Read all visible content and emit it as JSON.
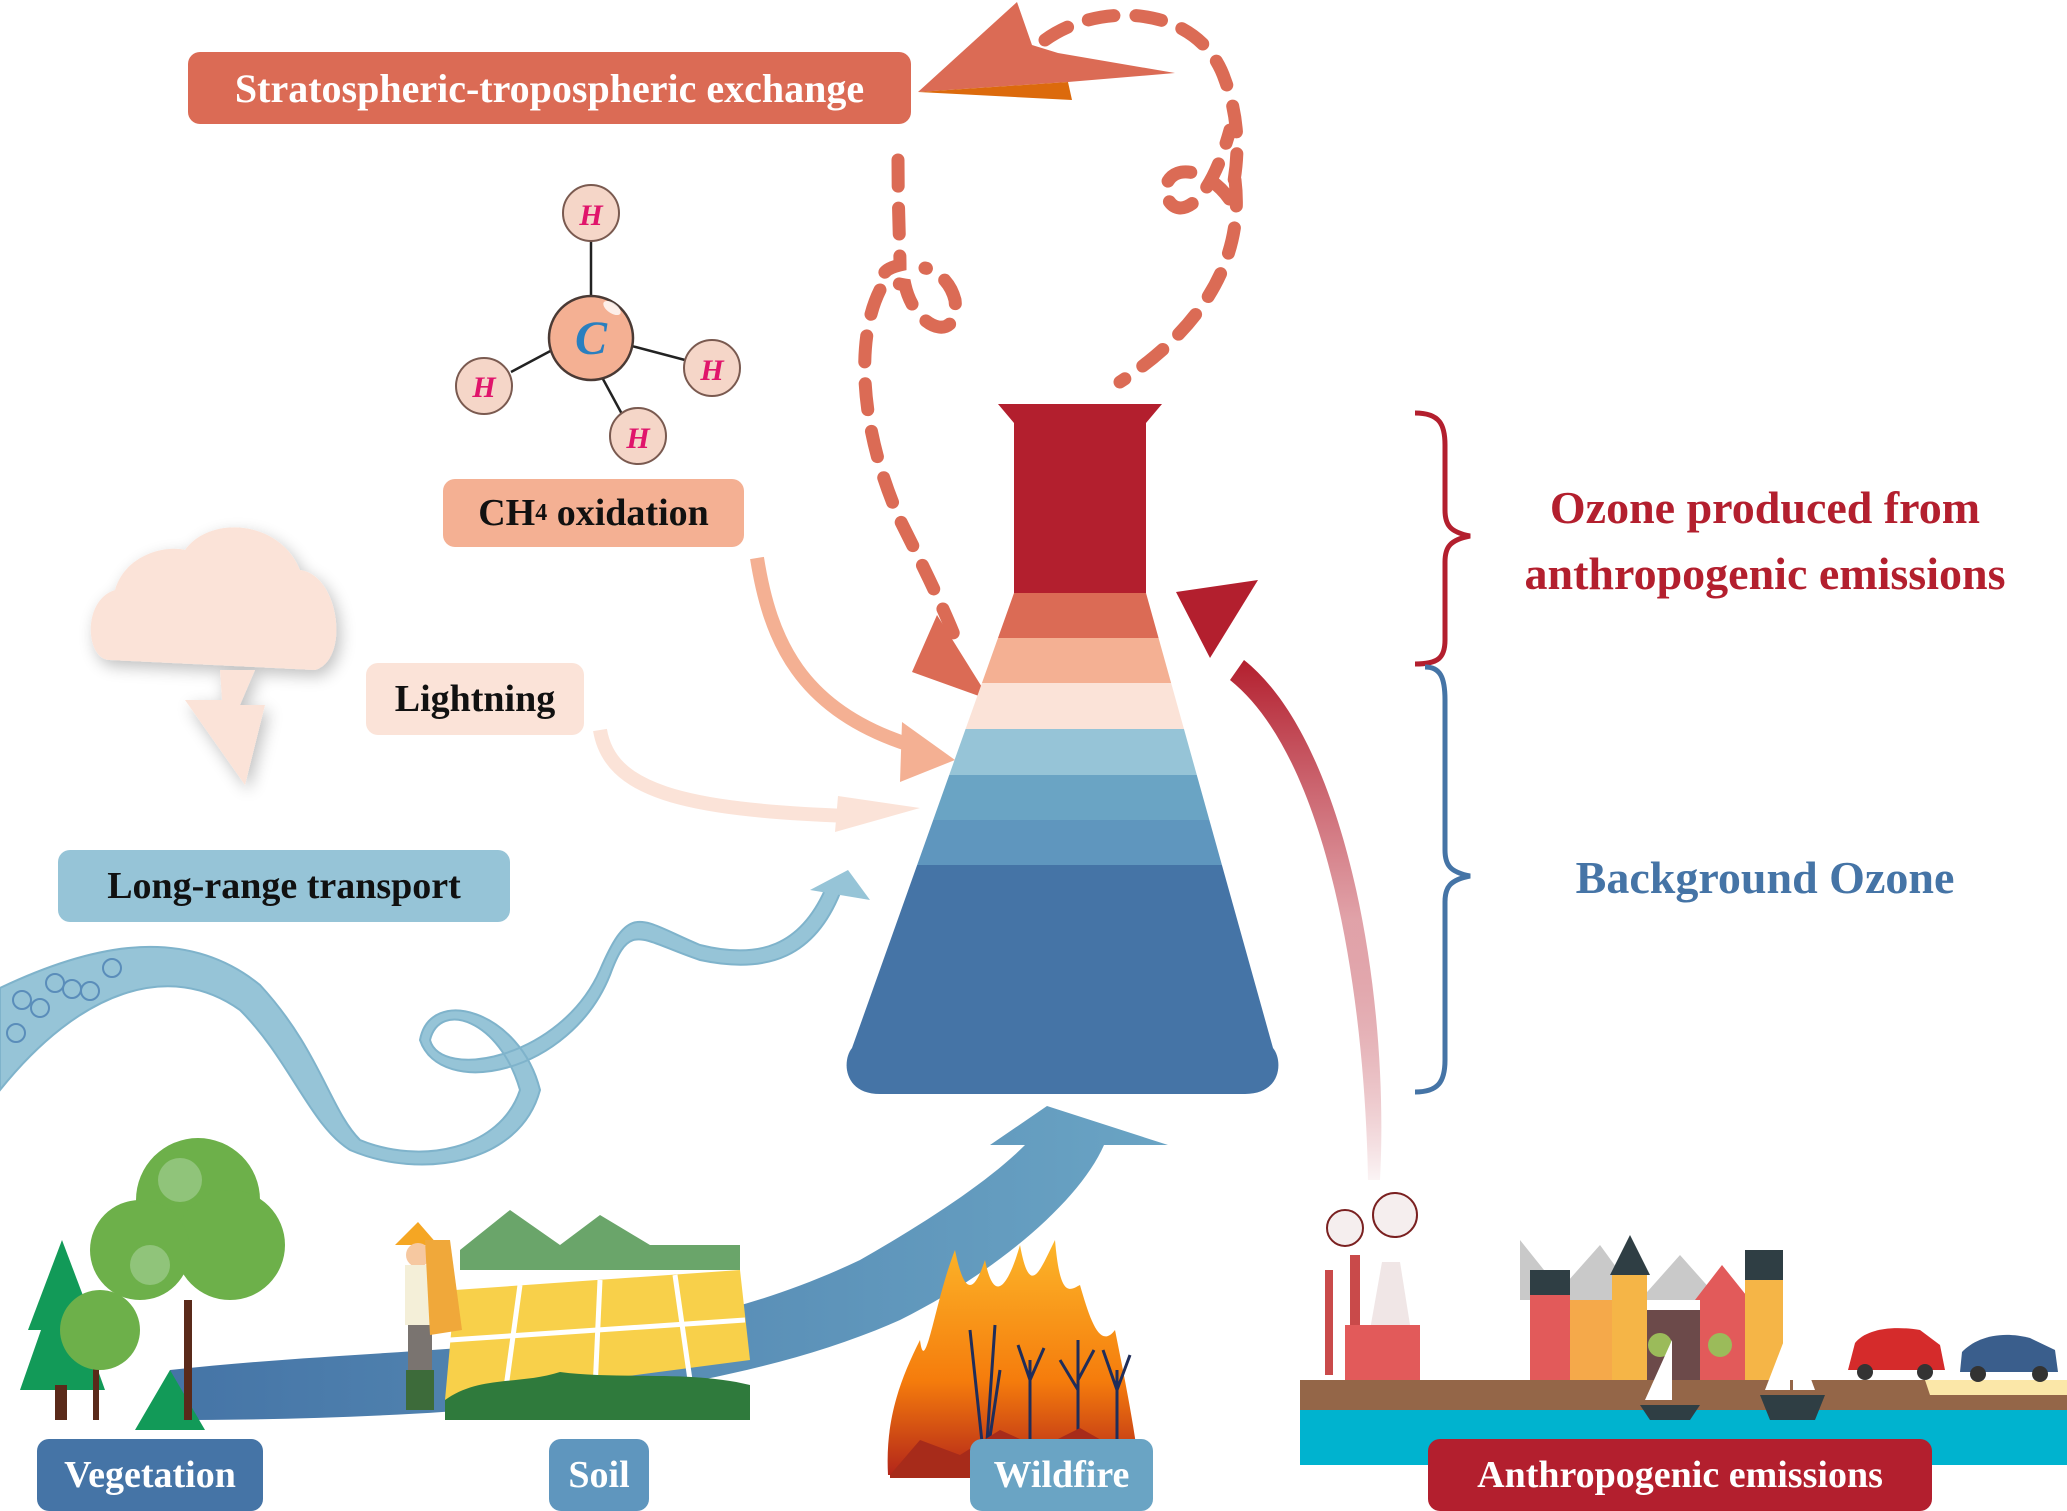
{
  "title": "Sources of tropospheric ozone",
  "sources": {
    "ste": "Stratospheric-tropospheric exchange",
    "ch4_prefix": "CH",
    "ch4_sub": "4",
    "ch4_suffix": " oxidation",
    "lightning": "Lightning",
    "long_range": "Long-range transport",
    "vegetation": "Vegetation",
    "soil": "Soil",
    "wildfire": "Wildfire",
    "anthropogenic": "Anthropogenic emissions"
  },
  "molecule": {
    "center_atom": "C",
    "outer_atoms": [
      "H",
      "H",
      "H",
      "H"
    ]
  },
  "flask": {
    "bands": [
      {
        "name": "anthropogenic-ozone",
        "color": "#b31f2e"
      },
      {
        "name": "band-1",
        "color": "#db6b55"
      },
      {
        "name": "band-2",
        "color": "#f4b093"
      },
      {
        "name": "band-3",
        "color": "#fbe3d8"
      },
      {
        "name": "band-4",
        "color": "#96c4d7"
      },
      {
        "name": "band-5",
        "color": "#6aa4c4"
      },
      {
        "name": "band-6",
        "color": "#5f96be"
      },
      {
        "name": "band-7",
        "color": "#4574a6"
      }
    ]
  },
  "brackets": {
    "anthropogenic_line1": "Ozone produced from",
    "anthropogenic_line2": "anthropogenic emissions",
    "background": "Background Ozone"
  },
  "colors": {
    "red": "#b31f2e",
    "coral": "#db6b55",
    "peach": "#f4b093",
    "light_peach": "#fbe3d8",
    "light_blue": "#96c4d7",
    "mid_blue": "#6aa4c4",
    "dark_blue": "#4574a6"
  }
}
